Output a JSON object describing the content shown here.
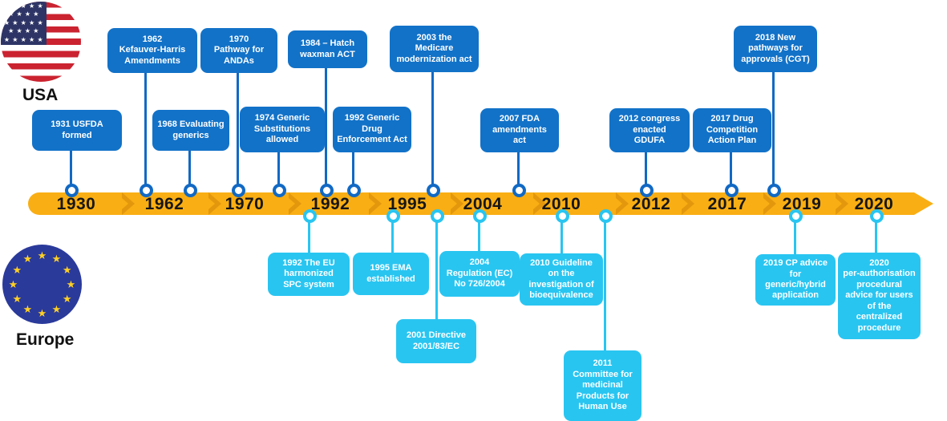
{
  "flags": {
    "usa": {
      "label": "USA",
      "stars_text": "★ ★ ★ ★ ★\n★ ★ ★ ★\n★ ★ ★ ★ ★\n★ ★ ★ ★\n★ ★ ★ ★ ★"
    },
    "eu": {
      "label": "Europe",
      "star_glyph": "★",
      "star_count": 12
    }
  },
  "timeline": {
    "years": [
      "1930",
      "1962",
      "1970",
      "1992",
      "1995",
      "2004",
      "2010",
      "2012",
      "2017",
      "2019",
      "2020"
    ]
  },
  "usa_events": [
    {
      "label": "1931 USFDA\nformed"
    },
    {
      "label": "1962\nKefauver-Harris\nAmendments"
    },
    {
      "label": "1968 Evaluating\ngenerics"
    },
    {
      "label": "1970\nPathway for\nANDAs"
    },
    {
      "label": "1974 Generic\nSubstitutions\nallowed"
    },
    {
      "label": "1984 – Hatch\nwaxman ACT"
    },
    {
      "label": "1992 Generic\nDrug\nEnforcement Act"
    },
    {
      "label": "2003 the\nMedicare\nmodernization act"
    },
    {
      "label": "2007 FDA\namendments\nact"
    },
    {
      "label": "2012 congress\nenacted\nGDUFA"
    },
    {
      "label": "2017 Drug\nCompetition\nAction Plan"
    },
    {
      "label": "2018 New\npathways for\napprovals (CGT)"
    }
  ],
  "europe_events": [
    {
      "label": "1992 The EU\nharmonized\nSPC system"
    },
    {
      "label": "1995 EMA\nestablished"
    },
    {
      "label": "2001 Directive\n2001/83/EC"
    },
    {
      "label": "2004\nRegulation (EC)\nNo 726/2004"
    },
    {
      "label": "2010 Guideline\non the\ninvestigation of\nbioequivalence"
    },
    {
      "label": "2011\nCommittee for\nmedicinal\nProducts for\nHuman Use"
    },
    {
      "label": "2019 CP advice\nfor\ngeneric/hybrid\napplication"
    },
    {
      "label": "2020\nper-authorisation\nprocedural\nadvice for users\nof the\ncentralized\nprocedure"
    }
  ],
  "colors": {
    "usa_box": "#1272C8",
    "usa_line": "#1169C4",
    "eu": "#29C5F1",
    "bar": "#F9AE13",
    "chevron": "#E3970D",
    "year_text": "#161616",
    "us_flag_red": "#CB2330",
    "us_flag_navy": "#2E3566",
    "eu_flag_blue": "#2A3A9B",
    "eu_flag_star": "#FFD024"
  }
}
